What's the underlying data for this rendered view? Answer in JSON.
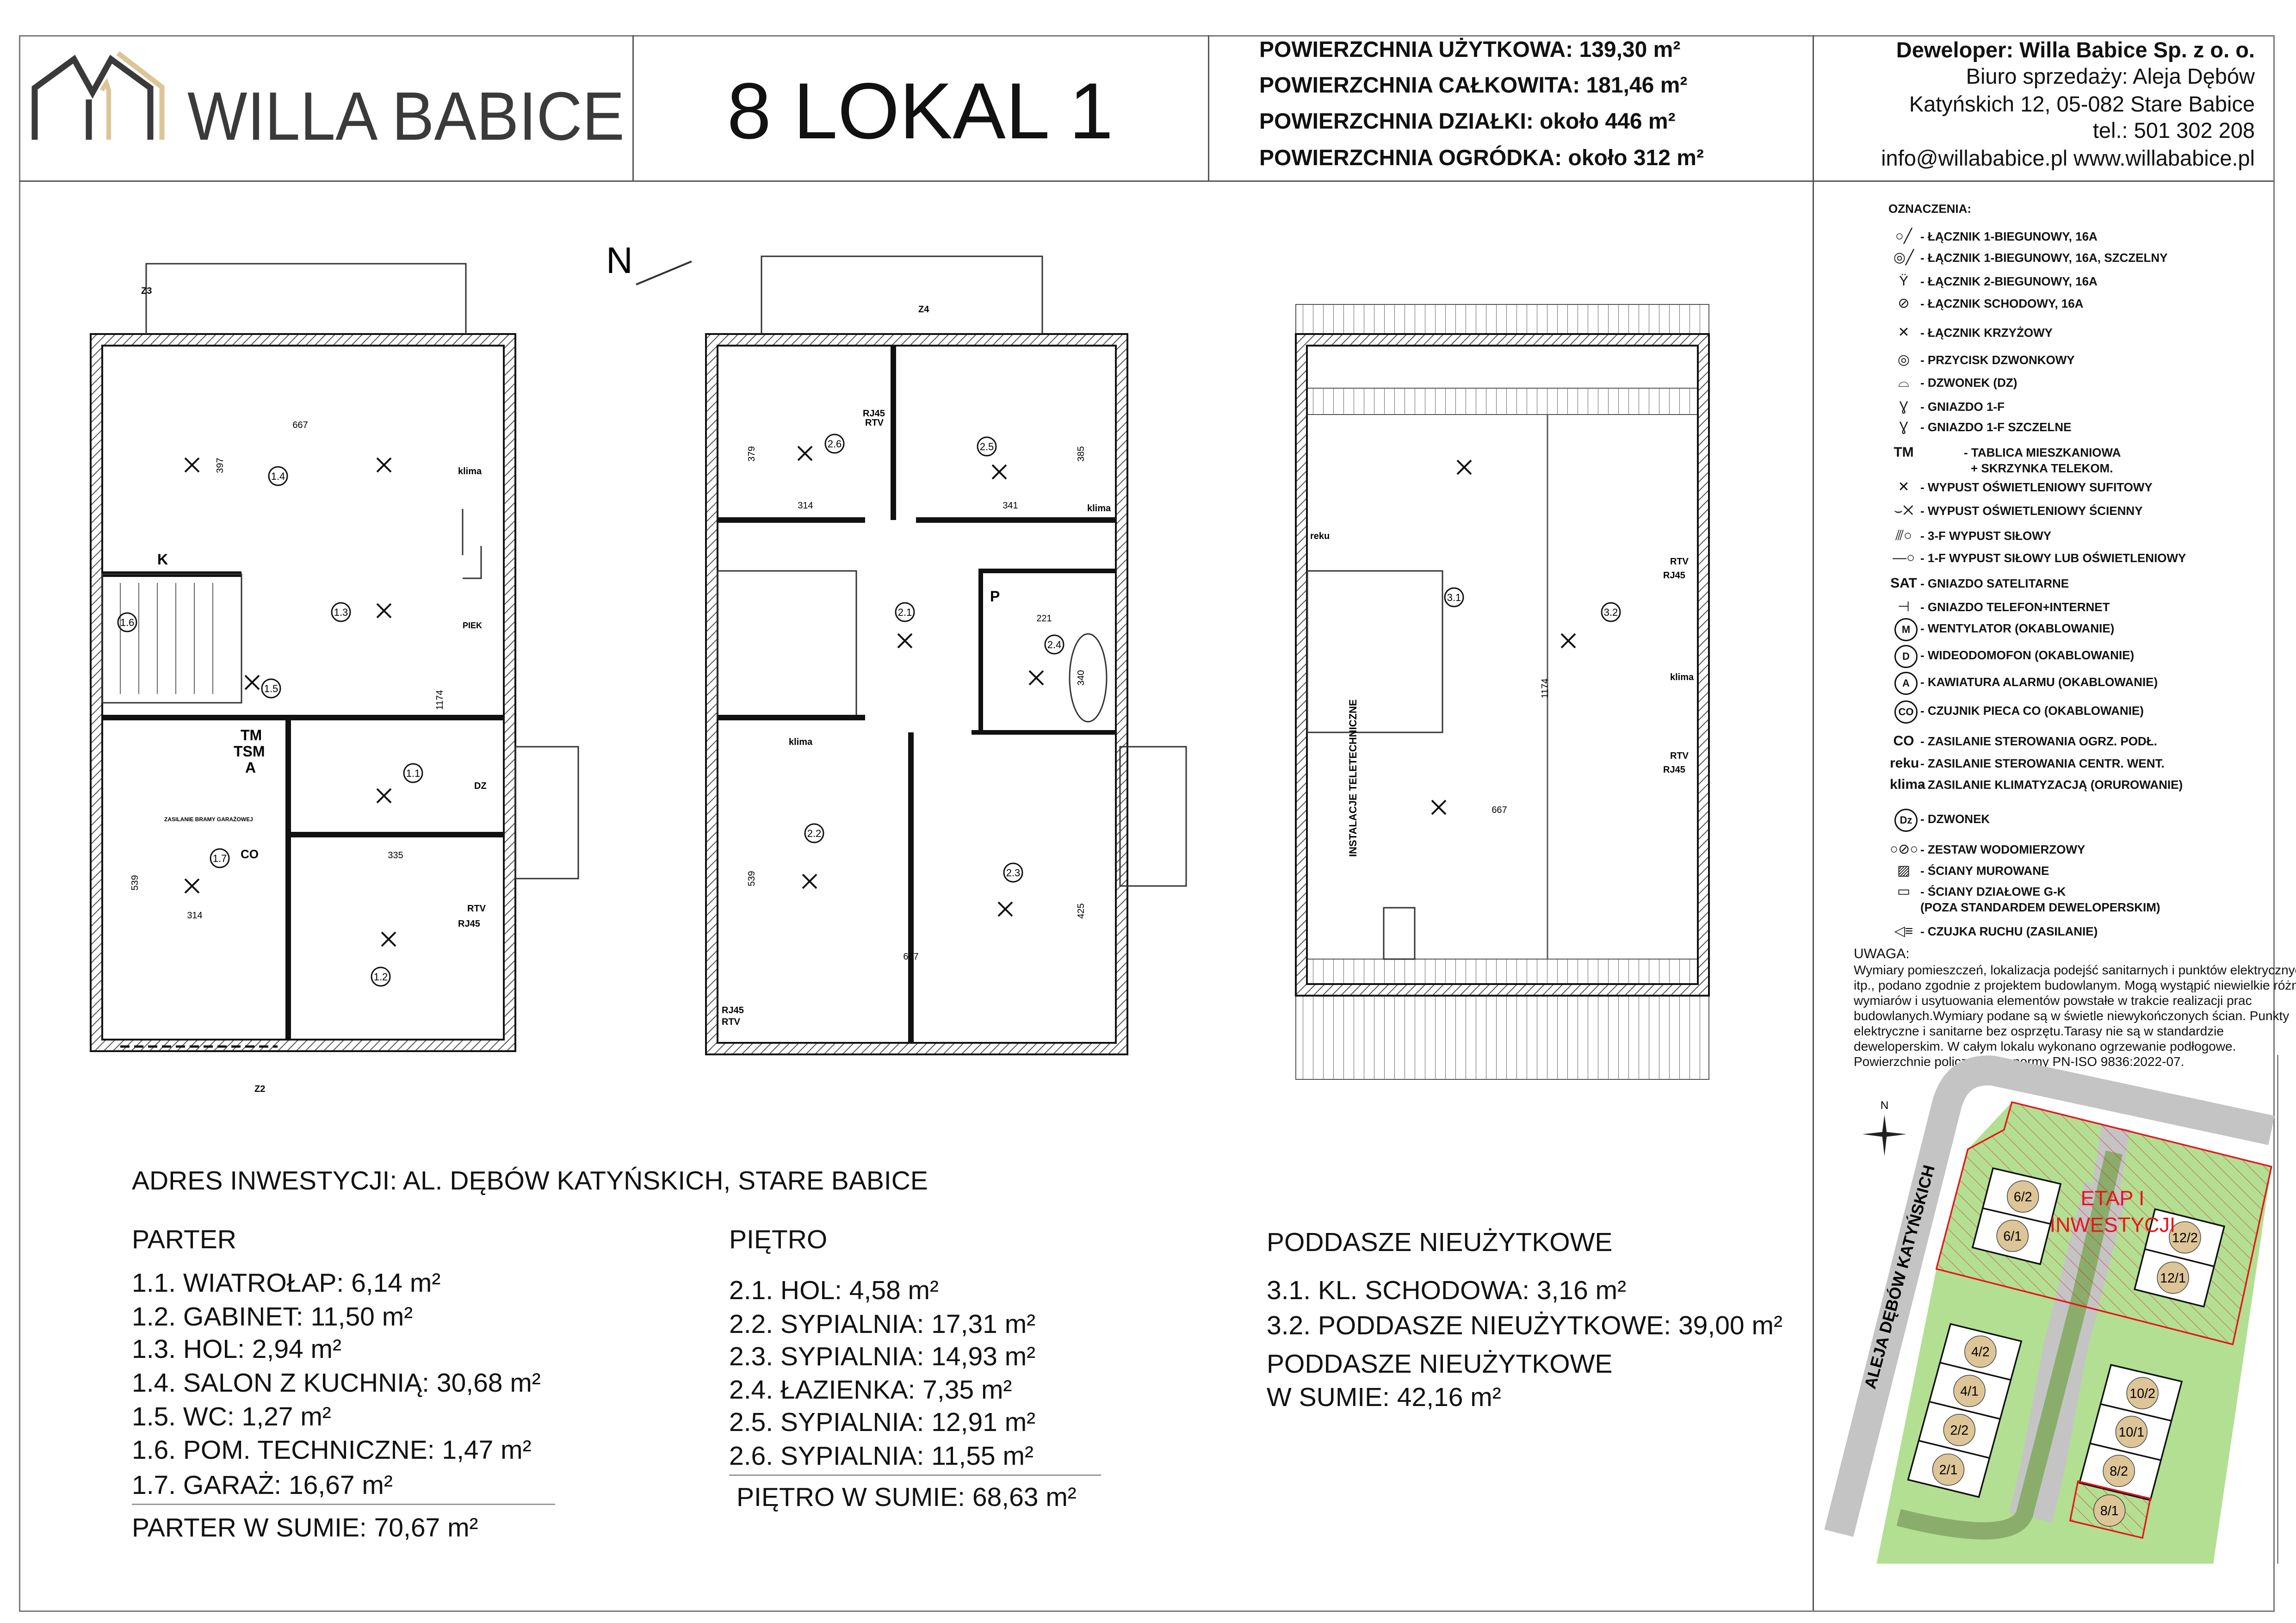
{
  "header": {
    "brand": "WILLA BABICE",
    "unit_title": "8 LOKAL 1",
    "areas": [
      "POWIERZCHNIA UŻYTKOWA: 139,30 m²",
      "POWIERZCHNIA CAŁKOWITA: 181,46 m²",
      "POWIERZCHNIA DZIAŁKI: około 446 m²",
      "POWIERZCHNIA OGRÓDKA: około 312 m²"
    ],
    "developer": [
      "Deweloper: Willa Babice Sp. z o. o.",
      "Biuro sprzedaży: Aleja Dębów",
      "Katyńskich 12, 05-082 Stare Babice",
      "tel.: 501 302 208",
      "info@willababice.pl  www.willababice.pl"
    ]
  },
  "plans": {
    "north": "N",
    "parter": {
      "rooms": [
        "1.1",
        "1.2",
        "1.3",
        "1.4",
        "1.5",
        "1.6",
        "1.7"
      ],
      "dims": [
        "667",
        "397",
        "1174",
        "335",
        "314",
        "539"
      ],
      "labels": {
        "k": "K",
        "tm": "TM",
        "tsm": "TSM",
        "a": "A",
        "co": "CO",
        "gate": "ZASILANIE BRAMY GARAŻOWEJ",
        "klima": "klima",
        "rtv": "RTV",
        "rj45": "RJ45",
        "dz": "DZ",
        "z2": "Z2",
        "z3": "Z3",
        "pk": "PIEK"
      }
    },
    "pietro": {
      "rooms": [
        "2.1",
        "2.2",
        "2.3",
        "2.4",
        "2.5",
        "2.6"
      ],
      "dims": [
        "379",
        "314",
        "341",
        "385",
        "221",
        "340",
        "539",
        "667",
        "425"
      ],
      "labels": {
        "klima": "klima",
        "rtv": "RTV",
        "rj45": "RJ45",
        "z4": "Z4",
        "p": "P"
      }
    },
    "poddasze": {
      "rooms": [
        "3.1",
        "3.2"
      ],
      "dims": [
        "1174",
        "667"
      ],
      "labels": {
        "reku": "reku",
        "klima": "klima",
        "rtv": "RTV",
        "rj45": "RJ45",
        "tele": "INSTALACJE TELETECHNICZNE"
      }
    }
  },
  "summary": {
    "address": "ADRES INWESTYCJI: AL. DĘBÓW KATYŃSKICH, STARE BABICE",
    "parter": {
      "title": "PARTER",
      "items": [
        "1.1. WIATROŁAP: 6,14 m²",
        "1.2. GABINET: 11,50 m²",
        "1.3. HOL: 2,94 m²",
        "1.4. SALON Z KUCHNIĄ:  30,68 m²",
        "1.5. WC: 1,27 m²",
        "1.6. POM. TECHNICZNE: 1,47 m²",
        "1.7. GARAŻ: 16,67 m²"
      ],
      "total": "PARTER W SUMIE: 70,67 m²"
    },
    "pietro": {
      "title": "PIĘTRO",
      "items": [
        "2.1. HOL: 4,58 m²",
        "2.2. SYPIALNIA: 17,31 m²",
        "2.3. SYPIALNIA: 14,93 m²",
        "2.4. ŁAZIENKA: 7,35 m²",
        "2.5. SYPIALNIA: 12,91 m²",
        "2.6. SYPIALNIA: 11,55 m²"
      ],
      "total": "PIĘTRO W SUMIE: 68,63 m²"
    },
    "poddasze": {
      "title": "PODDASZE NIEUŻYTKOWE",
      "items": [
        "3.1. KL. SCHODOWA: 3,16 m²",
        "3.2. PODDASZE NIEUŻYTKOWE: 39,00 m²"
      ],
      "total_1": "PODDASZE NIEUŻYTKOWE",
      "total_2": "W SUMIE: 42,16 m²"
    }
  },
  "legend": {
    "title": "OZNACZENIA:",
    "items": [
      {
        "icon": "switch-1pole-icon",
        "sym": "",
        "label": "- ŁĄCZNIK 1-BIEGUNOWY, 16A"
      },
      {
        "icon": "switch-1pole-sealed-icon",
        "sym": "",
        "label": "- ŁĄCZNIK 1-BIEGUNOWY, 16A, SZCZELNY"
      },
      {
        "icon": "switch-2pole-icon",
        "sym": "",
        "label": "- ŁĄCZNIK 2-BIEGUNOWY, 16A"
      },
      {
        "icon": "switch-stair-icon",
        "sym": "",
        "label": "- ŁĄCZNIK SCHODOWY, 16A"
      },
      {
        "icon": "switch-cross-icon",
        "sym": "",
        "label": "- ŁĄCZNIK KRZYŻOWY"
      },
      {
        "icon": "bell-button-icon",
        "sym": "",
        "label": "- PRZYCISK DZWONKOWY"
      },
      {
        "icon": "bell-icon",
        "sym": "",
        "label": "- DZWONEK (DZ)"
      },
      {
        "icon": "socket-icon",
        "sym": "",
        "label": "- GNIAZDO 1-F"
      },
      {
        "icon": "socket-sealed-icon",
        "sym": "",
        "label": "- GNIAZDO 1-F SZCZELNE"
      },
      {
        "icon": "panel-icon",
        "sym": "TM",
        "label": "- TABLICA MIESZKANIOWA",
        "label2": "+ SKRZYNKA TELEKOM."
      },
      {
        "icon": "ceiling-light-icon",
        "sym": "",
        "label": "- WYPUST OŚWIETLENIOWY SUFITOWY"
      },
      {
        "icon": "wall-light-icon",
        "sym": "",
        "label": "- WYPUST OŚWIETLENIOWY ŚCIENNY"
      },
      {
        "icon": "power-3f-icon",
        "sym": "",
        "label": "- 3-F WYPUST SIŁOWY"
      },
      {
        "icon": "power-1f-icon",
        "sym": "",
        "label": "- 1-F WYPUST SIŁOWY LUB OŚWIETLENIOWY"
      },
      {
        "icon": "satellite-socket-icon",
        "sym": "SAT",
        "label": "- GNIAZDO SATELITARNE"
      },
      {
        "icon": "phone-socket-icon",
        "sym": "",
        "label": "- GNIAZDO TELEFON+INTERNET"
      },
      {
        "icon": "fan-icon",
        "sym": "M",
        "label": "- WENTYLATOR (OKABLOWANIE)"
      },
      {
        "icon": "videophone-icon",
        "sym": "D",
        "label": "- WIDEODOMOFON (OKABLOWANIE)"
      },
      {
        "icon": "alarm-keypad-icon",
        "sym": "A",
        "label": "- KAWIATURA ALARMU (OKABLOWANIE)"
      },
      {
        "icon": "co-sensor-icon",
        "sym": "CO",
        "label": "- CZUJNIK PIECA CO (OKABLOWANIE)"
      },
      {
        "icon": "floor-heating-icon",
        "sym": "CO",
        "label": "- ZASILANIE STEROWANIA OGRZ. PODŁ."
      },
      {
        "icon": "ventilation-icon",
        "sym": "reku",
        "label": "- ZASILANIE STEROWANIA CENTR. WENT."
      },
      {
        "icon": "ac-icon",
        "sym": "klima",
        "label": "- ZASILANIE KLIMATYZACJĄ (ORUROWANIE)"
      },
      {
        "icon": "doorbell-icon",
        "sym": "Dz",
        "label": "- DZWONEK"
      },
      {
        "icon": "water-meter-icon",
        "sym": "",
        "label": "- ZESTAW WODOMIERZOWY"
      },
      {
        "icon": "masonry-wall-icon",
        "sym": "",
        "label": "- ŚCIANY MUROWANE"
      },
      {
        "icon": "drywall-icon",
        "sym": "",
        "label": "- ŚCIANY DZIAŁOWE G-K",
        "label2": "(POZA STANDARDEM  DEWELOPERSKIM)"
      },
      {
        "icon": "motion-sensor-icon",
        "sym": "",
        "label": "- CZUJKA RUCHU (ZASILANIE)"
      }
    ],
    "note_title": "UWAGA:",
    "note_lines": [
      "Wymiary pomieszczeń, lokalizacja podejść sanitarnych i punktów elektrycznych",
      "itp., podano zgodnie z projektem budowlanym. Mogą wystąpić niewielkie różnice",
      "wymiarów i usytuowania elementów powstałe w trakcie realizacji prac",
      "budowlanych.Wymiary podane są w świetle niewykończonych ścian. Punkty",
      "elektryczne i sanitarne bez osprzętu.Tarasy nie są w standardzie",
      "deweloperskim. W całym lokalu wykonano ogrzewanie podłogowe.",
      "Powierzchnie policzone wg normy PN-ISO 9836:2022-07."
    ]
  },
  "site_map": {
    "north": "N",
    "street": "ALEJA DĘBÓW KATYŃSKICH",
    "stage_1": "ETAP I",
    "stage_2": "INWESTYCJI",
    "units": [
      "6/2",
      "6/1",
      "12/2",
      "12/1",
      "4/2",
      "4/1",
      "2/2",
      "2/1",
      "10/2",
      "10/1",
      "8/2",
      "8/1"
    ],
    "colors": {
      "green": "#b2df92",
      "road": "#c4c4c4",
      "path": "#8aad6c",
      "highlight": "#e8141c",
      "unit": "#ddc597"
    }
  }
}
